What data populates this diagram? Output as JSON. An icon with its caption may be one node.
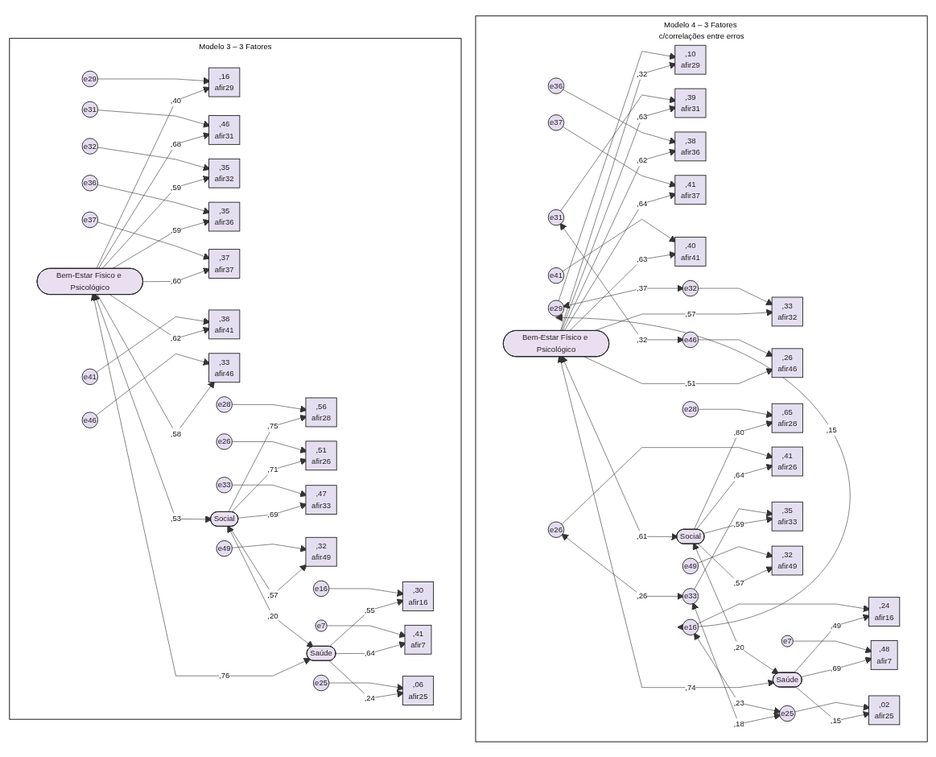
{
  "diagram": {
    "nodes": [
      {
        "text": [
          "Modelo 3 – 3 Fatores"
        ]
      },
      {
        "text": [
          "Bem-Estar Fisico e Psicológico"
        ],
        "in": 0
      },
      {
        "text": [
          "Social"
        ],
        "in": 0
      },
      {
        "text": [
          "Saúde"
        ],
        "in": 0
      },
      {
        "text": [
          ",16",
          "afir29"
        ],
        "in": 0
      },
      {
        "text": [
          ",46",
          "afir31"
        ],
        "in": 0
      },
      {
        "text": [
          ",35",
          "afir32"
        ],
        "in": 0
      },
      {
        "text": [
          ",35",
          "afir36"
        ],
        "in": 0
      },
      {
        "text": [
          ",37",
          "afir37"
        ],
        "in": 0
      },
      {
        "text": [
          ",38",
          "afir41"
        ],
        "in": 0
      },
      {
        "text": [
          ",33",
          "afir46"
        ],
        "in": 0
      },
      {
        "text": [
          ",56",
          "afir28"
        ],
        "in": 0
      },
      {
        "text": [
          ",51",
          "afir26"
        ],
        "in": 0
      },
      {
        "text": [
          ",47",
          "afir33"
        ],
        "in": 0
      },
      {
        "text": [
          ",32",
          "afir49"
        ],
        "in": 0
      },
      {
        "text": [
          ",30",
          "afir16"
        ],
        "in": 0
      },
      {
        "text": [
          ",41",
          "afir7"
        ],
        "in": 0
      },
      {
        "text": [
          ",06",
          "afir25"
        ],
        "in": 0
      },
      {
        "text": [
          "e29"
        ],
        "in": 0
      },
      {
        "text": [
          "e31"
        ],
        "in": 0
      },
      {
        "text": [
          "e32"
        ],
        "in": 0
      },
      {
        "text": [
          "e36"
        ],
        "in": 0
      },
      {
        "text": [
          "e37"
        ],
        "in": 0
      },
      {
        "text": [
          "e41"
        ],
        "in": 0
      },
      {
        "text": [
          "e46"
        ],
        "in": 0
      },
      {
        "text": [
          "e28"
        ],
        "in": 0
      },
      {
        "text": [
          "e26"
        ],
        "in": 0
      },
      {
        "text": [
          "e33"
        ],
        "in": 0
      },
      {
        "text": [
          "e49"
        ],
        "in": 0
      },
      {
        "text": [
          "e16"
        ],
        "in": 0
      },
      {
        "text": [
          "e7"
        ],
        "in": 0
      },
      {
        "text": [
          "e25"
        ],
        "in": 0
      },
      {
        "text": [
          "Modelo 4 – 3 Fatores c/correlações entre erros"
        ]
      },
      {
        "text": [
          "Bem-Estar Físico e Psicológico"
        ],
        "in": 32
      },
      {
        "text": [
          "Social"
        ],
        "in": 32
      },
      {
        "text": [
          "Saúde"
        ],
        "in": 32
      },
      {
        "text": [
          ",10",
          "afir29"
        ],
        "in": 32
      },
      {
        "text": [
          ",39",
          "afir31"
        ],
        "in": 32
      },
      {
        "text": [
          ",33",
          "afir32"
        ],
        "in": 32
      },
      {
        "text": [
          ",38",
          "afir36"
        ],
        "in": 32
      },
      {
        "text": [
          ",41",
          "afir37"
        ],
        "in": 32
      },
      {
        "text": [
          ",40",
          "afir41"
        ],
        "in": 32
      },
      {
        "text": [
          ",26",
          "afir46"
        ],
        "in": 32
      },
      {
        "text": [
          ",65",
          "afir28"
        ],
        "in": 32
      },
      {
        "text": [
          ",41",
          "afir26"
        ],
        "in": 32
      },
      {
        "text": [
          ",35",
          "afir33"
        ],
        "in": 32
      },
      {
        "text": [
          ",32",
          "afir49"
        ],
        "in": 32
      },
      {
        "text": [
          ",24",
          "afir16"
        ],
        "in": 32
      },
      {
        "text": [
          ",48",
          "afir7"
        ],
        "in": 32
      },
      {
        "text": [
          ",02",
          "afir25"
        ],
        "in": 32
      },
      {
        "text": [
          "e29"
        ],
        "in": 32
      },
      {
        "text": [
          "e31"
        ],
        "in": 32
      },
      {
        "text": [
          "e32"
        ],
        "in": 32
      },
      {
        "text": [
          "e36"
        ],
        "in": 32
      },
      {
        "text": [
          "e37"
        ],
        "in": 32
      },
      {
        "text": [
          "e41"
        ],
        "in": 32
      },
      {
        "text": [
          "e46"
        ],
        "in": 32
      },
      {
        "text": [
          "e28"
        ],
        "in": 32
      },
      {
        "text": [
          "e26"
        ],
        "in": 32
      },
      {
        "text": [
          "e33"
        ],
        "in": 32
      },
      {
        "text": [
          "e49"
        ],
        "in": 32
      },
      {
        "text": [
          "e16"
        ],
        "in": 32
      },
      {
        "text": [
          "e7"
        ],
        "in": 32
      },
      {
        "text": [
          "e25"
        ],
        "in": 32
      }
    ],
    "edges": [
      {
        "from": 1,
        "to": 4,
        "arrow": "to",
        "label": ",40"
      },
      {
        "from": 1,
        "to": 5,
        "arrow": "to",
        "label": ",68"
      },
      {
        "from": 1,
        "to": 6,
        "arrow": "to",
        "label": ",59"
      },
      {
        "from": 1,
        "to": 7,
        "arrow": "to",
        "label": ",59"
      },
      {
        "from": 1,
        "to": 8,
        "arrow": "to",
        "label": ",60"
      },
      {
        "from": 1,
        "to": 9,
        "arrow": "to",
        "label": ",62"
      },
      {
        "from": 1,
        "to": 10,
        "arrow": "to",
        "label": ",58"
      },
      {
        "from": 2,
        "to": 11,
        "arrow": "to",
        "label": ",75"
      },
      {
        "from": 2,
        "to": 12,
        "arrow": "to",
        "label": ",71"
      },
      {
        "from": 2,
        "to": 13,
        "arrow": "to",
        "label": ",69"
      },
      {
        "from": 2,
        "to": 14,
        "arrow": "to",
        "label": ",57"
      },
      {
        "from": 3,
        "to": 15,
        "arrow": "to",
        "label": ",55"
      },
      {
        "from": 3,
        "to": 16,
        "arrow": "to",
        "label": ",64"
      },
      {
        "from": 3,
        "to": 17,
        "arrow": "to",
        "label": ",24"
      },
      {
        "from": 18,
        "to": 4,
        "arrow": "to"
      },
      {
        "from": 19,
        "to": 5,
        "arrow": "to"
      },
      {
        "from": 20,
        "to": 6,
        "arrow": "to"
      },
      {
        "from": 21,
        "to": 7,
        "arrow": "to"
      },
      {
        "from": 22,
        "to": 8,
        "arrow": "to"
      },
      {
        "from": 23,
        "to": 9,
        "arrow": "to"
      },
      {
        "from": 24,
        "to": 10,
        "arrow": "to"
      },
      {
        "from": 25,
        "to": 11,
        "arrow": "to"
      },
      {
        "from": 26,
        "to": 12,
        "arrow": "to"
      },
      {
        "from": 27,
        "to": 13,
        "arrow": "to"
      },
      {
        "from": 28,
        "to": 14,
        "arrow": "to"
      },
      {
        "from": 29,
        "to": 15,
        "arrow": "to"
      },
      {
        "from": 30,
        "to": 16,
        "arrow": "to"
      },
      {
        "from": 31,
        "to": 17,
        "arrow": "to"
      },
      {
        "from": 1,
        "to": 2,
        "arrow": "both",
        "label": ",53"
      },
      {
        "from": 1,
        "to": 3,
        "arrow": "both",
        "label": ",76"
      },
      {
        "from": 2,
        "to": 3,
        "arrow": "both",
        "label": ",20"
      },
      {
        "from": 33,
        "to": 36,
        "arrow": "to",
        "label": ",32"
      },
      {
        "from": 33,
        "to": 37,
        "arrow": "to",
        "label": ",63"
      },
      {
        "from": 33,
        "to": 38,
        "arrow": "to",
        "label": ",57"
      },
      {
        "from": 33,
        "to": 39,
        "arrow": "to",
        "label": ",62"
      },
      {
        "from": 33,
        "to": 40,
        "arrow": "to",
        "label": ",64"
      },
      {
        "from": 33,
        "to": 41,
        "arrow": "to",
        "label": ",63"
      },
      {
        "from": 33,
        "to": 42,
        "arrow": "to",
        "label": ",51"
      },
      {
        "from": 34,
        "to": 43,
        "arrow": "to",
        "label": ",80"
      },
      {
        "from": 34,
        "to": 44,
        "arrow": "to",
        "label": ",64"
      },
      {
        "from": 34,
        "to": 45,
        "arrow": "to",
        "label": ",59"
      },
      {
        "from": 34,
        "to": 46,
        "arrow": "to",
        "label": ",57"
      },
      {
        "from": 35,
        "to": 47,
        "arrow": "to",
        "label": ",49"
      },
      {
        "from": 35,
        "to": 48,
        "arrow": "to",
        "label": ",69"
      },
      {
        "from": 35,
        "to": 49,
        "arrow": "to",
        "label": ",15"
      },
      {
        "from": 50,
        "to": 36,
        "arrow": "to"
      },
      {
        "from": 51,
        "to": 37,
        "arrow": "to"
      },
      {
        "from": 52,
        "to": 38,
        "arrow": "to"
      },
      {
        "from": 53,
        "to": 39,
        "arrow": "to"
      },
      {
        "from": 54,
        "to": 40,
        "arrow": "to"
      },
      {
        "from": 55,
        "to": 41,
        "arrow": "to"
      },
      {
        "from": 56,
        "to": 42,
        "arrow": "to"
      },
      {
        "from": 57,
        "to": 43,
        "arrow": "to"
      },
      {
        "from": 58,
        "to": 44,
        "arrow": "to"
      },
      {
        "from": 59,
        "to": 45,
        "arrow": "to"
      },
      {
        "from": 60,
        "to": 46,
        "arrow": "to"
      },
      {
        "from": 61,
        "to": 47,
        "arrow": "to"
      },
      {
        "from": 62,
        "to": 48,
        "arrow": "to"
      },
      {
        "from": 63,
        "to": 49,
        "arrow": "to"
      },
      {
        "from": 33,
        "to": 34,
        "arrow": "both",
        "label": ",61"
      },
      {
        "from": 33,
        "to": 35,
        "arrow": "both",
        "label": ",74"
      },
      {
        "from": 34,
        "to": 35,
        "arrow": "both",
        "label": ",20"
      },
      {
        "from": 50,
        "to": 52,
        "arrow": "both",
        "label": ",37"
      },
      {
        "from": 51,
        "to": 56,
        "arrow": "both",
        "label": ",32"
      },
      {
        "from": 50,
        "to": 61,
        "arrow": "both",
        "label": ",15"
      },
      {
        "from": 58,
        "to": 59,
        "arrow": "both",
        "label": ",26"
      },
      {
        "from": 59,
        "to": 63,
        "arrow": "both",
        "label": ",18"
      },
      {
        "from": 61,
        "to": 63,
        "arrow": "both",
        "label": ",23"
      }
    ]
  }
}
